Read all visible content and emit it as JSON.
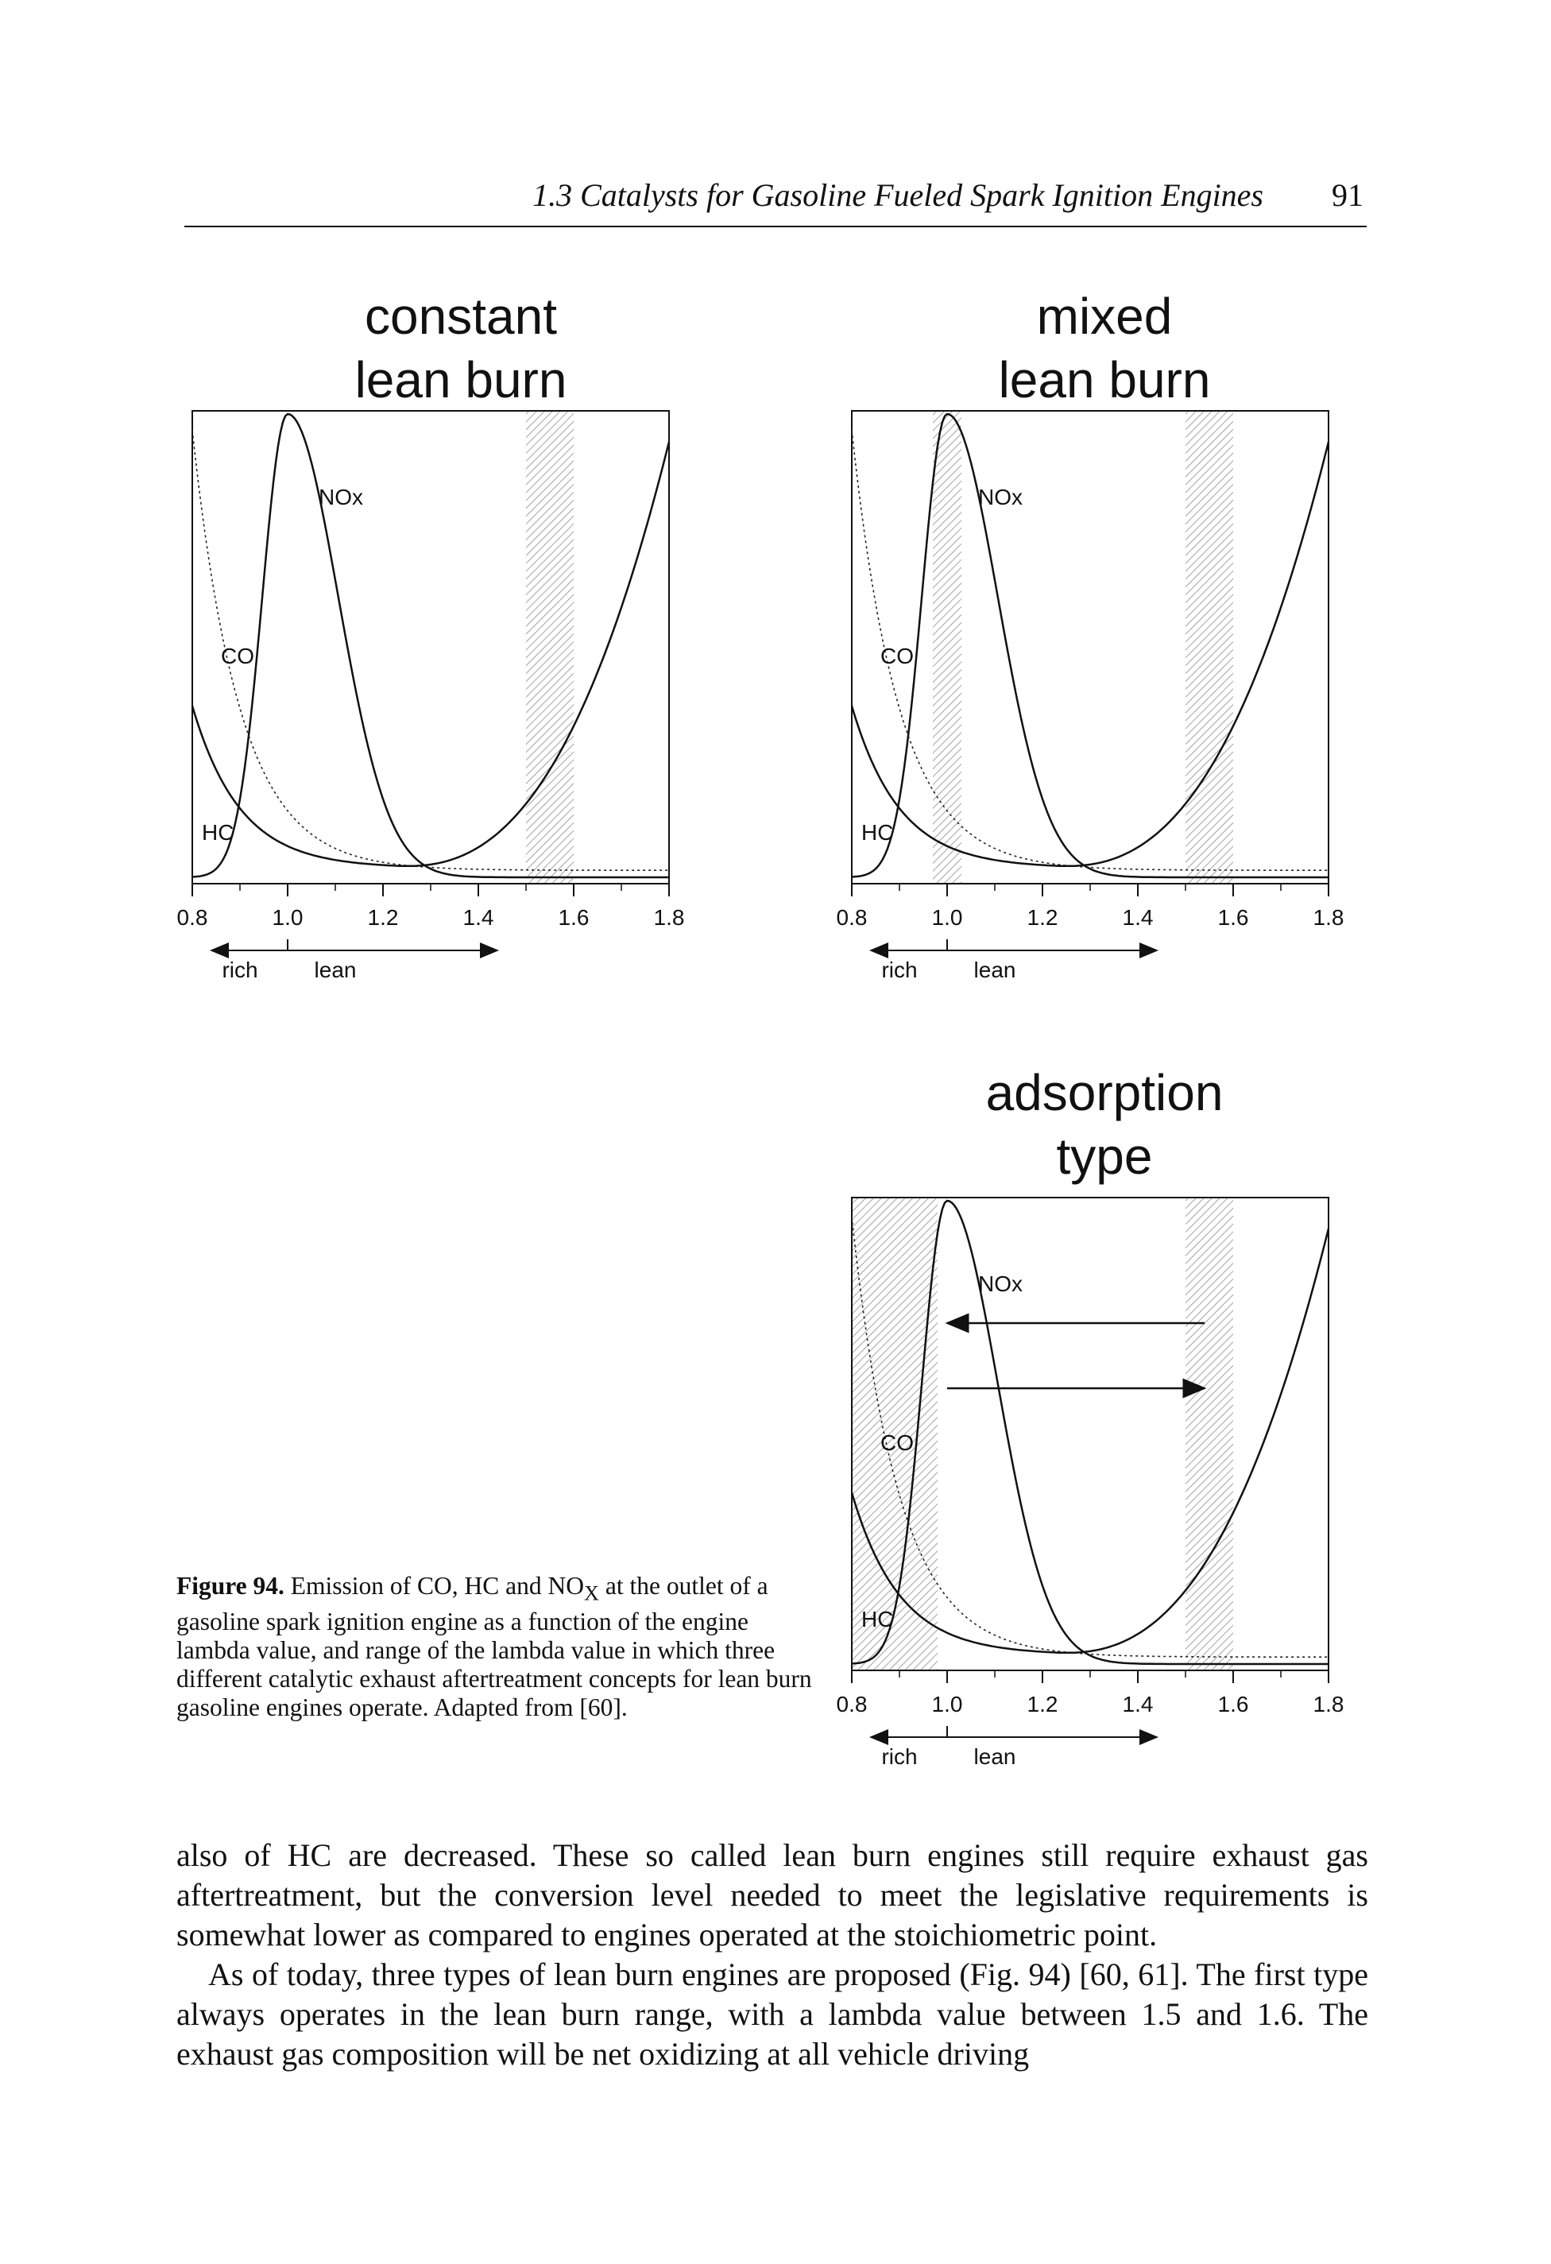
{
  "header": {
    "running_head": "1.3 Catalysts for Gasoline Fueled Spark Ignition Engines",
    "page_number": "91"
  },
  "charts": [
    {
      "title_line1": "constant",
      "title_line2": "lean burn",
      "labels": {
        "nox": "NOx",
        "co": "CO",
        "hc": "HC"
      },
      "ticks": [
        "0.8",
        "1.0",
        "1.2",
        "1.4",
        "1.6",
        "1.8"
      ],
      "direction_labels": {
        "rich": "rich",
        "lean": "lean"
      },
      "operating_bands": [
        [
          1.5,
          1.6
        ]
      ],
      "arrows": false
    },
    {
      "title_line1": "mixed",
      "title_line2": "lean burn",
      "labels": {
        "nox": "NOx",
        "co": "CO",
        "hc": "HC"
      },
      "ticks": [
        "0.8",
        "1.0",
        "1.2",
        "1.4",
        "1.6",
        "1.8"
      ],
      "direction_labels": {
        "rich": "rich",
        "lean": "lean"
      },
      "operating_bands": [
        [
          0.97,
          1.03
        ],
        [
          1.5,
          1.6
        ]
      ],
      "arrows": false
    },
    {
      "title_line1": "adsorption",
      "title_line2": "type",
      "labels": {
        "nox": "NOx",
        "co": "CO",
        "hc": "HC"
      },
      "ticks": [
        "0.8",
        "1.0",
        "1.2",
        "1.4",
        "1.6",
        "1.8"
      ],
      "direction_labels": {
        "rich": "rich",
        "lean": "lean"
      },
      "operating_bands": [
        [
          0.8,
          0.98
        ],
        [
          1.5,
          1.6
        ]
      ],
      "arrows": true
    }
  ],
  "chart_data": [
    {
      "type": "line",
      "title": "constant lean burn",
      "xlabel": "",
      "ylabel": "",
      "xlim": [
        0.8,
        1.8
      ],
      "x_ticks": [
        0.8,
        1.0,
        1.2,
        1.4,
        1.6,
        1.8
      ],
      "y_axis_values": "none",
      "series": [
        {
          "name": "NOx",
          "x": [
            0.8,
            0.9,
            0.95,
            1.0,
            1.05,
            1.1,
            1.2,
            1.3,
            1.4,
            1.5,
            1.6,
            1.8
          ],
          "y": [
            0.05,
            0.4,
            0.8,
            1.0,
            0.8,
            0.62,
            0.3,
            0.12,
            0.05,
            0.02,
            0.01,
            0.0
          ]
        },
        {
          "name": "CO",
          "x": [
            0.8,
            0.9,
            1.0,
            1.1,
            1.2,
            1.4,
            1.6,
            1.8
          ],
          "y": [
            0.9,
            0.45,
            0.18,
            0.08,
            0.04,
            0.02,
            0.015,
            0.01
          ]
        },
        {
          "name": "HC",
          "x": [
            0.8,
            0.9,
            1.0,
            1.1,
            1.2,
            1.3,
            1.4,
            1.5,
            1.6,
            1.7,
            1.8
          ],
          "y": [
            0.4,
            0.2,
            0.1,
            0.05,
            0.02,
            0.02,
            0.05,
            0.12,
            0.25,
            0.55,
            0.95
          ]
        }
      ],
      "operating_range": [
        1.5,
        1.6
      ]
    },
    {
      "type": "line",
      "title": "mixed lean burn",
      "xlabel": "",
      "ylabel": "",
      "xlim": [
        0.8,
        1.8
      ],
      "x_ticks": [
        0.8,
        1.0,
        1.2,
        1.4,
        1.6,
        1.8
      ],
      "y_axis_values": "none",
      "series": [
        {
          "name": "NOx",
          "x": [
            0.8,
            0.9,
            0.95,
            1.0,
            1.05,
            1.1,
            1.2,
            1.3,
            1.4,
            1.5,
            1.6,
            1.8
          ],
          "y": [
            0.05,
            0.4,
            0.8,
            1.0,
            0.8,
            0.62,
            0.3,
            0.12,
            0.05,
            0.02,
            0.01,
            0.0
          ]
        },
        {
          "name": "CO",
          "x": [
            0.8,
            0.9,
            1.0,
            1.1,
            1.2,
            1.4,
            1.6,
            1.8
          ],
          "y": [
            0.9,
            0.45,
            0.18,
            0.08,
            0.04,
            0.02,
            0.015,
            0.01
          ]
        },
        {
          "name": "HC",
          "x": [
            0.8,
            0.9,
            1.0,
            1.1,
            1.2,
            1.3,
            1.4,
            1.5,
            1.6,
            1.7,
            1.8
          ],
          "y": [
            0.4,
            0.2,
            0.1,
            0.05,
            0.02,
            0.02,
            0.05,
            0.12,
            0.25,
            0.55,
            0.95
          ]
        }
      ],
      "operating_range": [
        [
          0.97,
          1.03
        ],
        [
          1.5,
          1.6
        ]
      ]
    },
    {
      "type": "line",
      "title": "adsorption type",
      "xlabel": "",
      "ylabel": "",
      "xlim": [
        0.8,
        1.8
      ],
      "x_ticks": [
        0.8,
        1.0,
        1.2,
        1.4,
        1.6,
        1.8
      ],
      "y_axis_values": "none",
      "series": [
        {
          "name": "NOx",
          "x": [
            0.8,
            0.9,
            0.95,
            1.0,
            1.05,
            1.1,
            1.2,
            1.3,
            1.4,
            1.5,
            1.6,
            1.8
          ],
          "y": [
            0.05,
            0.4,
            0.8,
            1.0,
            0.8,
            0.62,
            0.3,
            0.12,
            0.05,
            0.02,
            0.01,
            0.0
          ]
        },
        {
          "name": "CO",
          "x": [
            0.8,
            0.9,
            1.0,
            1.1,
            1.2,
            1.4,
            1.6,
            1.8
          ],
          "y": [
            0.9,
            0.45,
            0.18,
            0.08,
            0.04,
            0.02,
            0.015,
            0.01
          ]
        },
        {
          "name": "HC",
          "x": [
            0.8,
            0.9,
            1.0,
            1.1,
            1.2,
            1.3,
            1.4,
            1.5,
            1.6,
            1.7,
            1.8
          ],
          "y": [
            0.4,
            0.2,
            0.1,
            0.05,
            0.02,
            0.02,
            0.05,
            0.12,
            0.25,
            0.55,
            0.95
          ]
        }
      ],
      "operating_range": [
        [
          0.8,
          0.98
        ],
        [
          1.5,
          1.6
        ]
      ]
    }
  ],
  "caption": {
    "label": "Figure 94.",
    "text_before_sub": "Emission of CO, HC and NO",
    "sub": "X",
    "text_after_sub": " at the outlet of a gasoline spark ignition engine as a function of the engine lambda value, and range of the lambda value in which three different catalytic exhaust aftertreatment concepts for lean burn gasoline engines operate. Adapted from [60]."
  },
  "body": {
    "paragraph1": "also of HC are decreased. These so called lean burn engines still require exhaust gas aftertreatment, but the conversion level needed to meet the legislative requirements is somewhat lower as compared to engines operated at the stoichiometric point.",
    "paragraph2": "As of today, three types of lean burn engines are proposed (Fig. 94) [60, 61]. The first type always operates in the lean burn range, with a lambda value between 1.5 and 1.6. The exhaust gas composition will be net oxidizing at all vehicle driving"
  }
}
